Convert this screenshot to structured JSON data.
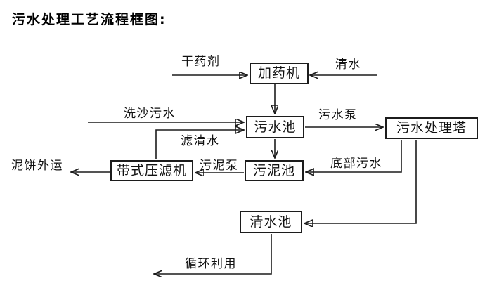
{
  "title": "污水处理工艺流程框图:",
  "colors": {
    "line": "#1c1c1c",
    "text": "#111111",
    "background": "#ffffff"
  },
  "diagram": {
    "nodes": [
      {
        "id": "dosing-machine",
        "label": "加药机"
      },
      {
        "id": "sewage-pool",
        "label": "污水池"
      },
      {
        "id": "sewage-treatment-tower",
        "label": "污水处理塔"
      },
      {
        "id": "sludge-pool",
        "label": "污泥池"
      },
      {
        "id": "belt-filter-press",
        "label": "带式压滤机"
      },
      {
        "id": "clean-water-pool",
        "label": "清水池"
      }
    ],
    "edge_labels": [
      {
        "id": "dry-agent",
        "label": "干药剂"
      },
      {
        "id": "clean-water-in",
        "label": "清水"
      },
      {
        "id": "sand-washing-sewage",
        "label": "洗沙污水"
      },
      {
        "id": "filtered-water",
        "label": "滤清水"
      },
      {
        "id": "sewage-pump",
        "label": "污水泵"
      },
      {
        "id": "sludge-pump",
        "label": "污泥泵"
      },
      {
        "id": "bottom-sewage",
        "label": "底部污水"
      },
      {
        "id": "mud-cake-outbound",
        "label": "泥饼外运"
      },
      {
        "id": "recycle-reuse",
        "label": "循环利用"
      }
    ],
    "flows": [
      {
        "from": "干药剂",
        "to": "加药机",
        "label": "干药剂"
      },
      {
        "from": "清水",
        "to": "加药机",
        "label": "清水"
      },
      {
        "from": "加药机",
        "to": "污水池",
        "label": ""
      },
      {
        "from": "洗沙污水",
        "to": "污水池",
        "label": "洗沙污水"
      },
      {
        "from": "带式压滤机",
        "to": "污水池",
        "label": "滤清水"
      },
      {
        "from": "污水池",
        "to": "污水处理塔",
        "label": "污水泵"
      },
      {
        "from": "污水池",
        "to": "污泥池",
        "label": ""
      },
      {
        "from": "污泥池",
        "to": "带式压滤机",
        "label": "污泥泵"
      },
      {
        "from": "污水处理塔",
        "to": "污泥池",
        "label": "底部污水"
      },
      {
        "from": "带式压滤机",
        "to": "泥饼外运",
        "label": "泥饼外运"
      },
      {
        "from": "污水处理塔",
        "to": "清水池",
        "label": ""
      },
      {
        "from": "清水池",
        "to": "循环利用",
        "label": "循环利用"
      }
    ]
  }
}
